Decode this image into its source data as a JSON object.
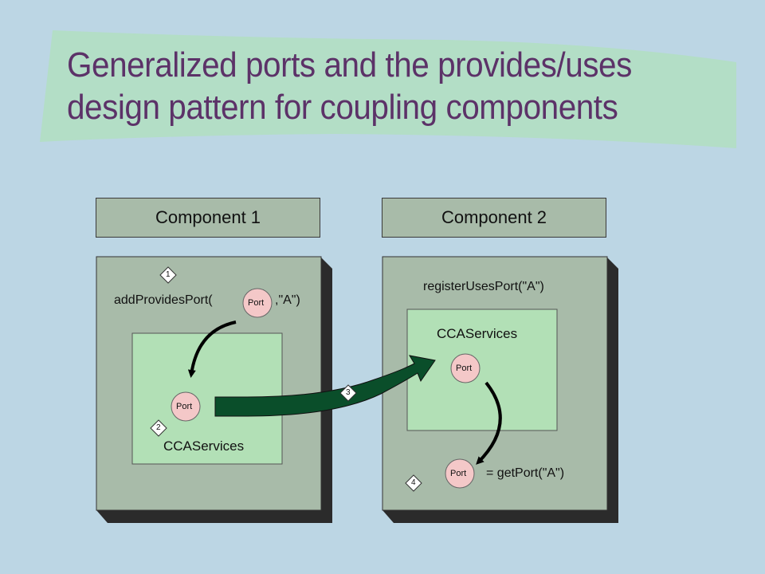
{
  "title": {
    "line1": "Generalized ports and the provides/uses",
    "line2": "design pattern for coupling components"
  },
  "component1": {
    "label": "Component 1",
    "call_prefix": "addProvidesPort(",
    "call_suffix": ",\"A\")",
    "services_label": "CCAServices",
    "port_label": "Port",
    "step_top": "1",
    "step_services": "2"
  },
  "component2": {
    "label": "Component 2",
    "register_call": "registerUsesPort(\"A\")",
    "services_label": "CCAServices",
    "port_label": "Port",
    "get_call": "= getPort(\"A\")",
    "step_get": "4"
  },
  "connector": {
    "step": "3"
  },
  "colors": {
    "background": "#bcd6e4",
    "title_band": "#b3dec6",
    "title_text": "#5c3268",
    "component_body": "#a8bba9",
    "component_shadow": "#2b2b2b",
    "services_fill": "#b2e0b6",
    "port_fill": "#f4c8c8",
    "connector_arrow": "#0a4e2a"
  }
}
